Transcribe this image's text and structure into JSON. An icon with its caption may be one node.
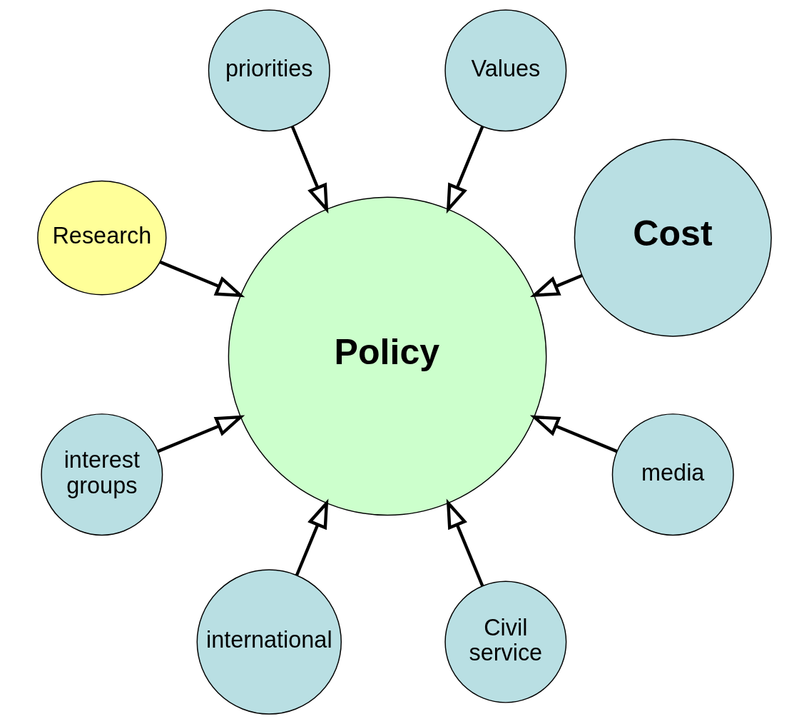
{
  "diagram": {
    "nodes": [
      {
        "text": [
          "Cost"
        ]
      },
      {
        "text": [
          "Values"
        ]
      },
      {
        "text": [
          "priorities"
        ]
      },
      {
        "text": [
          "Research"
        ]
      },
      {
        "text": [
          "Policy"
        ]
      },
      {
        "text": [
          "interest groups"
        ]
      },
      {
        "text": [
          "international"
        ]
      },
      {
        "text": [
          "Civil service"
        ]
      },
      {
        "text": [
          "media"
        ]
      }
    ],
    "edges": [
      {
        "from": 0,
        "to": 4,
        "arrow": "to"
      },
      {
        "from": 1,
        "to": 4,
        "arrow": "to"
      },
      {
        "from": 2,
        "to": 4,
        "arrow": "to"
      },
      {
        "from": 3,
        "to": 4,
        "arrow": "to"
      },
      {
        "from": 5,
        "to": 4,
        "arrow": "to"
      },
      {
        "from": 6,
        "to": 4,
        "arrow": "to"
      },
      {
        "from": 7,
        "to": 4,
        "arrow": "to"
      },
      {
        "from": 8,
        "to": 4,
        "arrow": "to"
      }
    ]
  }
}
